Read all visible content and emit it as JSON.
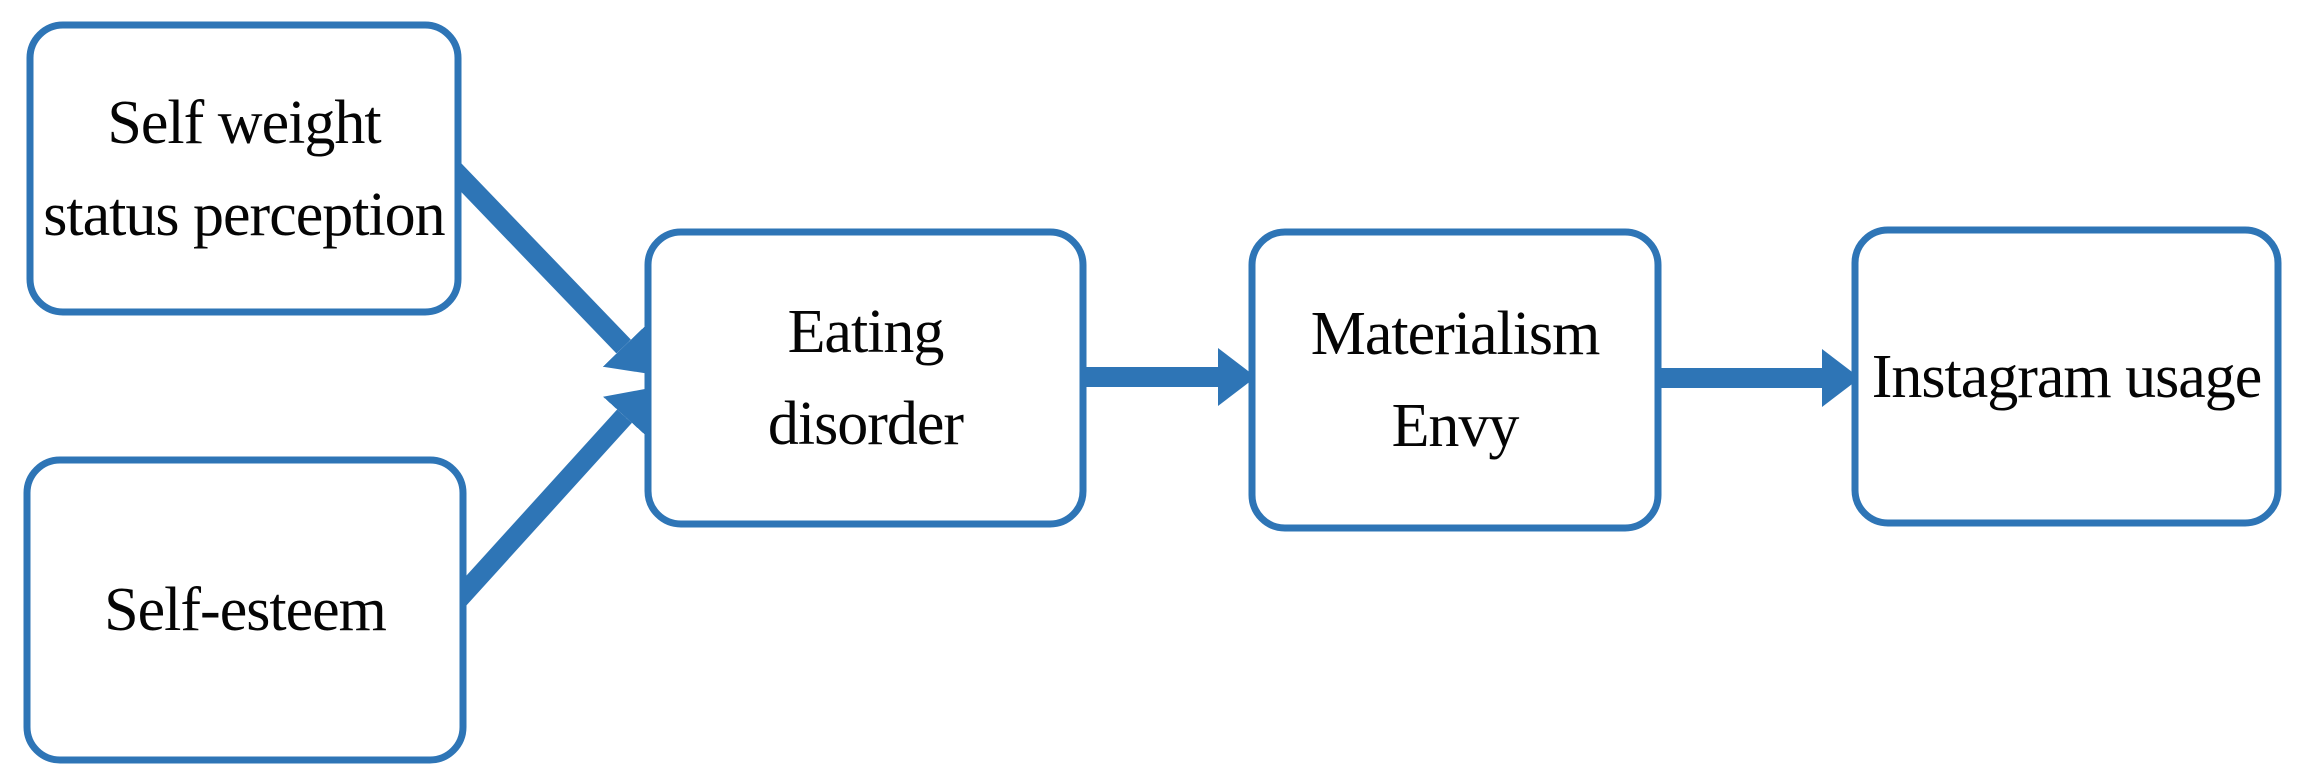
{
  "diagram": {
    "accent_color": "#2E75B6",
    "text_color": "#050505",
    "background_color": "#FFFFFF",
    "nodes": [
      {
        "id": "self-weight-status-perception",
        "label": "Self weight\nstatus perception"
      },
      {
        "id": "self-esteem",
        "label": "Self-esteem"
      },
      {
        "id": "eating-disorder",
        "label": "Eating\ndisorder"
      },
      {
        "id": "materialism-envy",
        "label": "Materialism\nEnvy"
      },
      {
        "id": "instagram-usage",
        "label": "Instagram usage"
      }
    ],
    "edges": [
      {
        "from": "self-weight-status-perception",
        "to": "eating-disorder"
      },
      {
        "from": "self-esteem",
        "to": "eating-disorder"
      },
      {
        "from": "eating-disorder",
        "to": "materialism-envy"
      },
      {
        "from": "materialism-envy",
        "to": "instagram-usage"
      }
    ]
  }
}
